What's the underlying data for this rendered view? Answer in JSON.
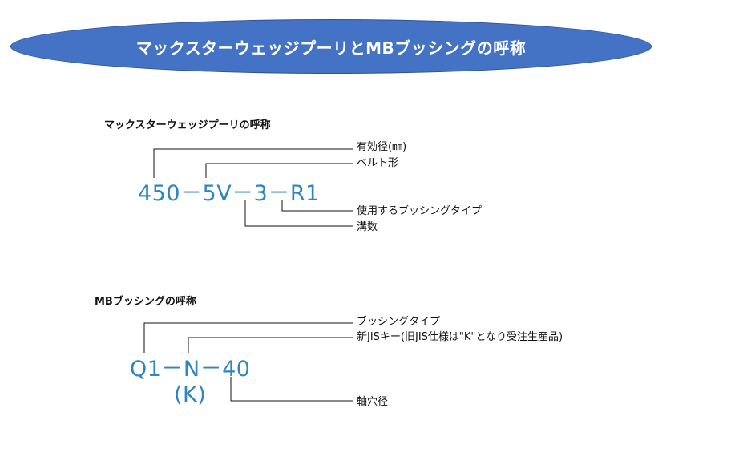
{
  "banner": {
    "title": "マックスターウェッジプーリとMBブッシングの呼称"
  },
  "pulley": {
    "heading": "マックスターウェッジプーリの呼称",
    "code": "450－5V－3－R1",
    "labels": {
      "diameter": "有効径(㎜)",
      "belt": "ベルト形",
      "bushing_type": "使用するブッシングタイプ",
      "grooves": "溝数"
    }
  },
  "bushing": {
    "heading": "MBブッシングの呼称",
    "code": "Q1－N－40",
    "alt_code": "(K)",
    "labels": {
      "bushing_type": "ブッシングタイプ",
      "key": "新JISキー(旧JIS仕様は\"K\"となり受注生産品)",
      "bore": "軸穴径"
    }
  }
}
